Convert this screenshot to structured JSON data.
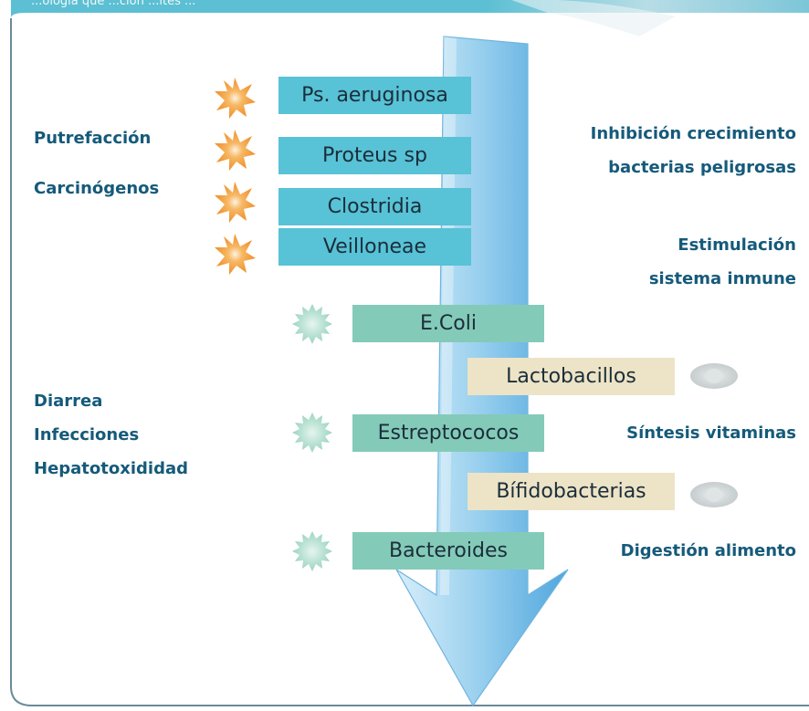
{
  "header": {
    "band_text": "...ología que ...ción ...ites ..."
  },
  "colors": {
    "band": "#5cbfd3",
    "frame": "#6b8a98",
    "label_text": "#155a7a",
    "harmful_box": "#58c2d6",
    "neutral_box": "#84cab8",
    "beneficial_box": "#ede3c6",
    "harmful_icon": "#f29a2e",
    "neutral_icon": "#a9dcc8",
    "beneficial_icon": "#c9cfd0"
  },
  "bacteria": [
    {
      "name": "Ps. aeruginosa",
      "category": "harmful",
      "icon": "orange-star-burst-icon"
    },
    {
      "name": "Proteus sp",
      "category": "harmful",
      "icon": "orange-star-burst-icon"
    },
    {
      "name": "Clostridia",
      "category": "harmful",
      "icon": "orange-star-burst-icon"
    },
    {
      "name": "Veilloneae",
      "category": "harmful",
      "icon": "orange-star-burst-icon"
    },
    {
      "name": "E.Coli",
      "category": "neutral",
      "icon": "green-spiky-cell-icon"
    },
    {
      "name": "Lactobacillos",
      "category": "beneficial",
      "icon": "grey-oval-cell-icon"
    },
    {
      "name": "Estreptococos",
      "category": "neutral",
      "icon": "green-spiky-cell-icon"
    },
    {
      "name": "Bífidobacterias",
      "category": "beneficial",
      "icon": "grey-oval-cell-icon"
    },
    {
      "name": "Bacteroides",
      "category": "neutral",
      "icon": "green-spiky-cell-icon"
    }
  ],
  "left_effects": {
    "putrefaccion": "Putrefacción",
    "carcinogenos": "Carcinógenos",
    "diarrea": "Diarrea",
    "infecciones": "Infecciones",
    "hepatotoxidad": "Hepatotoxididad"
  },
  "right_effects": {
    "inhibicion_1": "Inhibición crecimiento",
    "inhibicion_2": "bacterias peligrosas",
    "estimulacion_1": "Estimulación",
    "estimulacion_2": "sistema inmune",
    "sintesis": "Síntesis vitaminas",
    "digestion": "Digestión alimento"
  }
}
